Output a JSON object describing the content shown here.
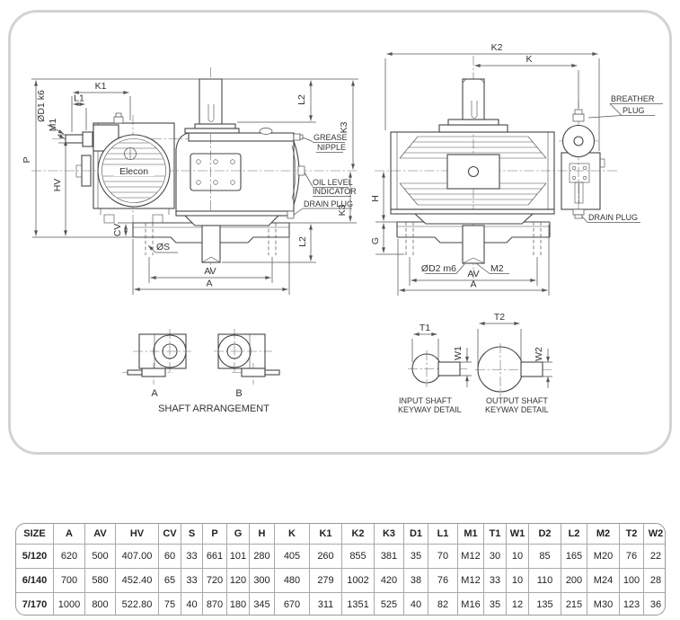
{
  "drawing": {
    "brand": "Elecon",
    "labels": {
      "p": "P",
      "hv": "HV",
      "cv": "CV",
      "k1": "K1",
      "l1": "L1",
      "d1": "ØD1 k6",
      "m1": "M1",
      "os": "ØS",
      "av": "AV",
      "a": "A",
      "l2": "L2",
      "k3": "K3",
      "k2": "K2",
      "k": "K",
      "h": "H",
      "g": "G",
      "d2": "ØD2 m6",
      "m2": "M2",
      "t1": "T1",
      "w1": "W1",
      "t2": "T2",
      "w2": "W2"
    },
    "annotations": {
      "grease1": "GREASE",
      "grease2": "NIPPLE",
      "oil1": "OIL LEVEL",
      "oil2": "INDICATOR",
      "drain_left": "DRAIN PLUG",
      "breather1": "BREATHER",
      "breather2": "PLUG",
      "drain_right": "DRAIN PLUG"
    },
    "shaft_arrangement": {
      "fig_a": "A",
      "fig_b": "B",
      "title": "SHAFT ARRANGEMENT"
    },
    "keyway": {
      "input1": "INPUT SHAFT",
      "input2": "KEYWAY DETAIL",
      "output1": "OUTPUT SHAFT",
      "output2": "KEYWAY DETAIL"
    }
  },
  "table": {
    "headers": [
      "SIZE",
      "A",
      "AV",
      "HV",
      "CV",
      "S",
      "P",
      "G",
      "H",
      "K",
      "K1",
      "K2",
      "K3",
      "D1",
      "L1",
      "M1",
      "T1",
      "W1",
      "D2",
      "L2",
      "M2",
      "T2",
      "W2"
    ],
    "rows": [
      [
        "5/120",
        "620",
        "500",
        "407.00",
        "60",
        "33",
        "661",
        "101",
        "280",
        "405",
        "260",
        "855",
        "381",
        "35",
        "70",
        "M12",
        "30",
        "10",
        "85",
        "165",
        "M20",
        "76",
        "22"
      ],
      [
        "6/140",
        "700",
        "580",
        "452.40",
        "65",
        "33",
        "720",
        "120",
        "300",
        "480",
        "279",
        "1002",
        "420",
        "38",
        "76",
        "M12",
        "33",
        "10",
        "110",
        "200",
        "M24",
        "100",
        "28"
      ],
      [
        "7/170",
        "1000",
        "800",
        "522.80",
        "75",
        "40",
        "870",
        "180",
        "345",
        "670",
        "311",
        "1351",
        "525",
        "40",
        "82",
        "M16",
        "35",
        "12",
        "135",
        "215",
        "M30",
        "123",
        "36"
      ]
    ]
  },
  "colors": {
    "line": "#454545",
    "dim": "#555555",
    "panel_border": "#d2d3d5",
    "table_border": "#989898"
  }
}
